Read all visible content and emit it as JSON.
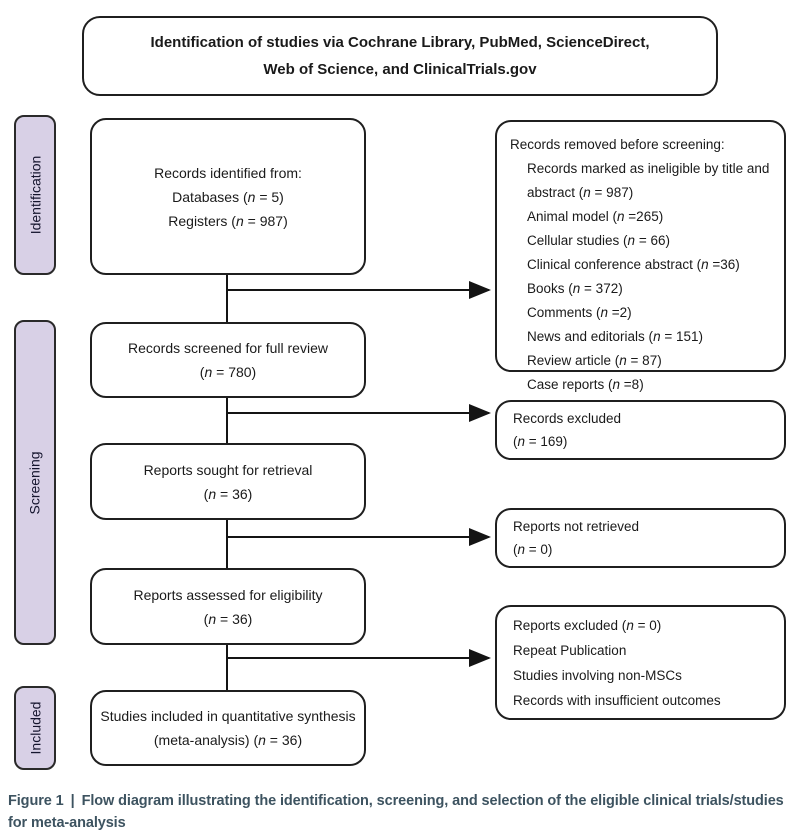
{
  "header": {
    "title_line1": "Identification of studies via Cochrane Library, PubMed, ScienceDirect,",
    "title_line2": "Web of Science, and ClinicalTrials.gov"
  },
  "stages": [
    {
      "label": "Identification"
    },
    {
      "label": "Screening"
    },
    {
      "label": "Included"
    }
  ],
  "main_boxes": [
    {
      "lines": [
        "Records identified from:",
        "Databases (n = 5)",
        "Registers (n = 987)"
      ]
    },
    {
      "lines": [
        "Records screened for full review",
        "(n = 780)"
      ]
    },
    {
      "lines": [
        "Reports sought for retrieval",
        "(n = 36)"
      ]
    },
    {
      "lines": [
        "Reports assessed for eligibility",
        "(n = 36)"
      ]
    },
    {
      "lines": [
        "Studies included in quantitative synthesis",
        "(meta-analysis) (n = 36)"
      ]
    }
  ],
  "side_boxes": [
    {
      "title": "Records removed before screening:",
      "items": [
        "Records marked as ineligible by title and abstract (n = 987)",
        "Animal model (n =265)",
        "Cellular studies (n = 66)",
        "Clinical conference abstract (n =36)",
        "Books (n = 372)",
        "Comments (n =2)",
        "News and editorials (n = 151)",
        "Review article (n = 87)",
        "Case reports (n =8)"
      ]
    },
    {
      "lines": [
        "Records excluded",
        "(n = 169)"
      ]
    },
    {
      "lines": [
        "Reports not retrieved",
        "(n = 0)"
      ]
    },
    {
      "lines": [
        "Reports excluded (n = 0)",
        "Repeat Publication",
        "Studies involving non-MSCs",
        "Records with insufficient outcomes"
      ]
    }
  ],
  "caption": {
    "figure_label": "Figure 1",
    "separator": "|",
    "text_line1": "Flow diagram illustrating the identification, screening, and selection of the eligible clinical trials/studies",
    "text_line2": "for meta-analysis"
  },
  "colors": {
    "stageFill": "#d8d0e6",
    "lineColor": "#141414",
    "captionColor": "#3d5360"
  }
}
